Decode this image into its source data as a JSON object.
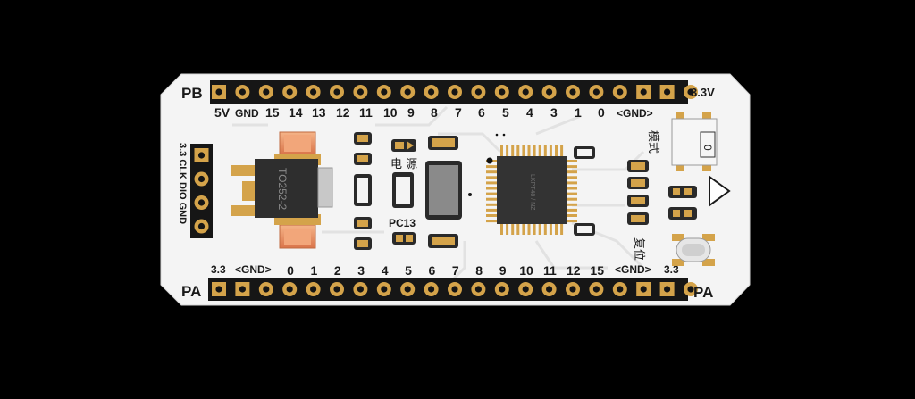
{
  "board": {
    "top_header": {
      "name": "PB",
      "voltage_label": "3.3V",
      "pin_labels": [
        "5V",
        "GND",
        "15",
        "14",
        "13",
        "12",
        "11",
        "10",
        "9",
        "8",
        "7",
        "6",
        "5",
        "4",
        "3",
        "1",
        "0",
        "<GND>"
      ]
    },
    "bottom_header": {
      "name_left": "PA",
      "name_right": "PA",
      "left_label": "3.3",
      "gnd_left": "<GND>",
      "pin_labels": [
        "0",
        "1",
        "2",
        "3",
        "4",
        "5",
        "6",
        "7",
        "8",
        "9",
        "10",
        "11",
        "12",
        "15"
      ],
      "gnd_right": "<GND>",
      "right_label": "3.3"
    },
    "debug_header": {
      "label": "3.3 CLK DIO GND"
    },
    "regulator_label": "TO252-2",
    "power_led_label": "电 源",
    "user_led_label": "PC13",
    "mode_switch_label": "模式",
    "switch_position_label": "0",
    "reset_button_label": "复位",
    "mcu_marking": "LKPT48 / NZ"
  },
  "colors": {
    "board": "#f4f4f4",
    "silk_trace": "#e4e4e4",
    "gold": "#d4a34a",
    "pin_hole": "#151515",
    "header_body": "#161616",
    "chip": "#333333",
    "regulator_pad": "#e8956a"
  }
}
